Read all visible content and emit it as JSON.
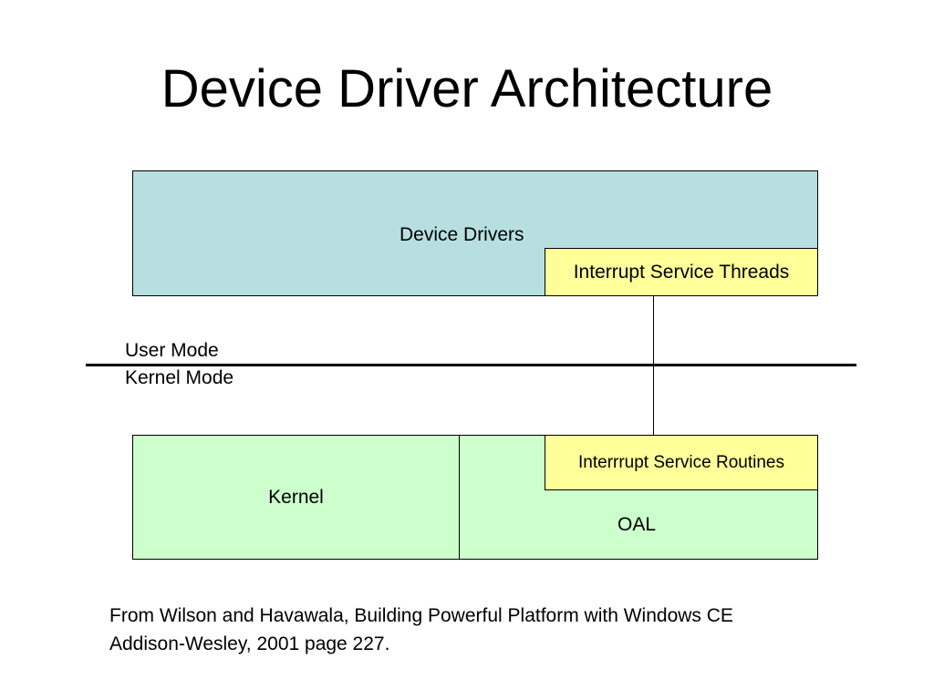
{
  "title": "Device Driver Architecture",
  "colors": {
    "device_drivers_fill": "#b8dfe0",
    "thread_fill": "#ffff99",
    "kernel_fill": "#ccffcc",
    "oal_fill": "#ccffcc",
    "routine_fill": "#ffff99",
    "line": "#000000"
  },
  "diagram": {
    "user_space": {
      "device_drivers": "Device Drivers",
      "interrupt_service_threads": "Interrupt Service Threads"
    },
    "mode_boundary": {
      "user_mode": "User Mode",
      "kernel_mode": "Kernel Mode"
    },
    "kernel_space": {
      "kernel": "Kernel",
      "oal": "OAL",
      "interrupt_service_routines": "Interrrupt Service Routines"
    }
  },
  "citation": {
    "line1": "From Wilson and Havawala, Building Powerful Platform with Windows CE",
    "line2": "Addison-Wesley, 2001 page 227."
  }
}
